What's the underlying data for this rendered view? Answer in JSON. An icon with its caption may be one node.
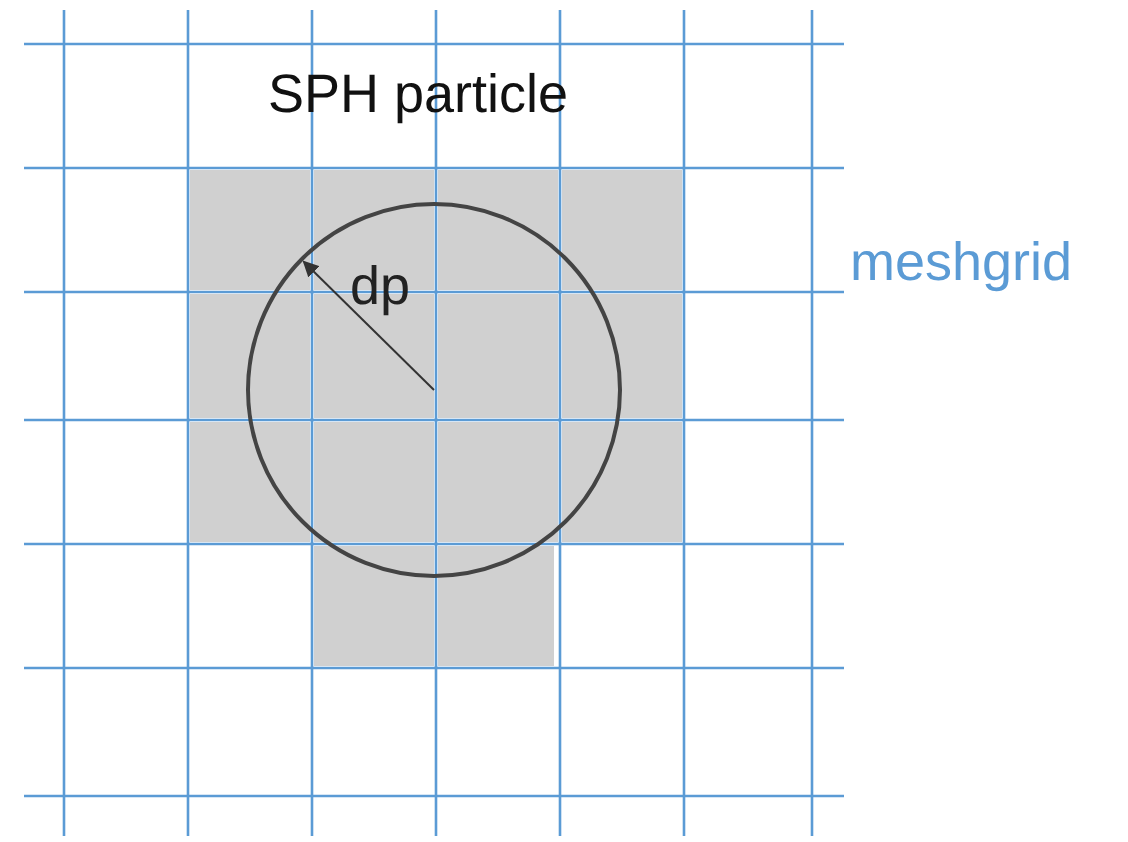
{
  "diagram": {
    "labels": [
      "SPH particle",
      "dp",
      "meshgrid"
    ]
  }
}
